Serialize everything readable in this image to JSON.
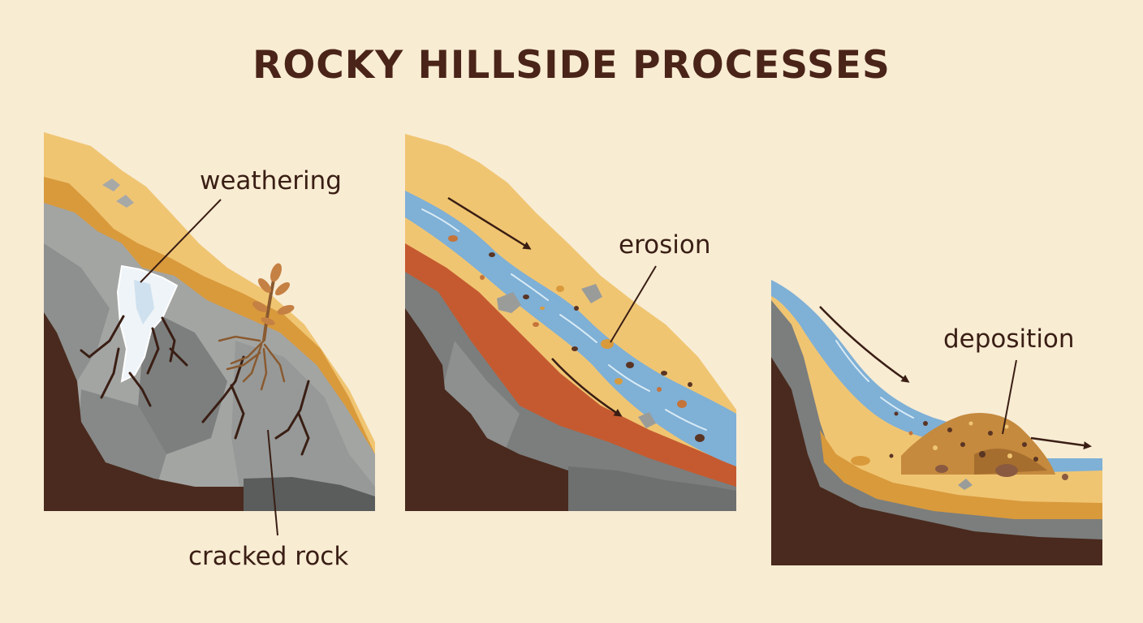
{
  "title": "ROCKY HILLSIDE PROCESSES",
  "panels": [
    {
      "id": "weathering",
      "labels": [
        "weathering",
        "cracked rock"
      ]
    },
    {
      "id": "erosion",
      "labels": [
        "erosion"
      ]
    },
    {
      "id": "deposition",
      "labels": [
        "deposition"
      ]
    }
  ],
  "labels": {
    "weathering": "weathering",
    "cracked_rock": "cracked rock",
    "erosion": "erosion",
    "deposition": "deposition"
  },
  "colors": {
    "background": "#f8ecd3",
    "sand": "#f0c572",
    "ochre": "#d99a3c",
    "rock_light": "#a8aaa7",
    "rock_mid": "#8b8e8c",
    "rock_dark": "#757877",
    "bedrock": "#4a2a1e",
    "clay": "#c55a30",
    "water": "#7fb0d6",
    "ice": "#eef4f8",
    "text": "#3a1e14"
  }
}
